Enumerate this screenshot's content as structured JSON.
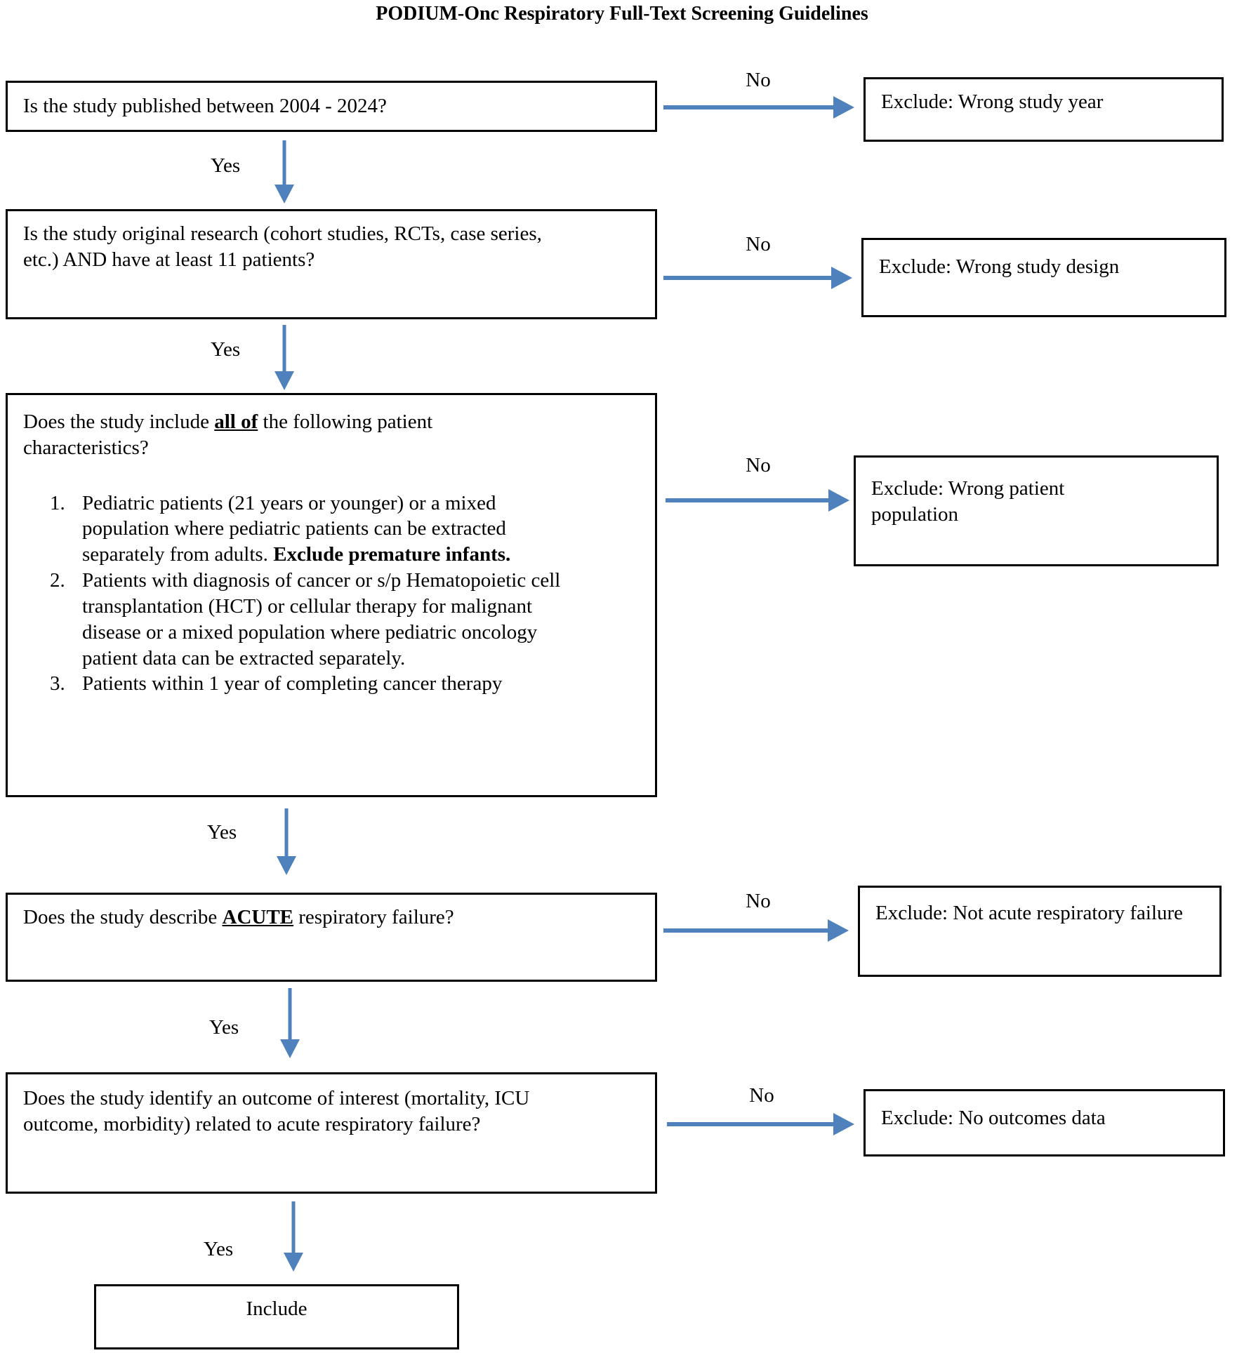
{
  "title": "PODIUM-Onc Respiratory Full-Text Screening Guidelines",
  "labels": {
    "yes": "Yes",
    "no": "No"
  },
  "colors": {
    "arrow": "#4f81bd",
    "border": "#000000",
    "background": "#ffffff"
  },
  "questions": {
    "q1": {
      "text": "Is the study published between 2004 - 2024?"
    },
    "q2": {
      "text": "Is the study original research (cohort studies, RCTs, case series, etc.) AND have at least 11 patients?"
    },
    "q3": {
      "pre": "Does the study include ",
      "emph": "all of",
      "post": " the following patient characteristics?",
      "items": [
        {
          "num": "1.",
          "pre": "Pediatric patients (21 years or younger) or a mixed population where pediatric patients can be extracted separately from adults. ",
          "bold": "Exclude premature infants."
        },
        {
          "num": "2.",
          "pre": "Patients with diagnosis of cancer or s/p Hematopoietic cell transplantation (HCT) or cellular therapy for malignant disease or a mixed population where pediatric oncology patient data can be extracted separately.",
          "bold": ""
        },
        {
          "num": "3.",
          "pre": "Patients within 1 year of completing cancer therapy",
          "bold": ""
        }
      ]
    },
    "q4": {
      "pre": "Does the study describe ",
      "emph": "ACUTE",
      "post": " respiratory failure?"
    },
    "q5": {
      "text": "Does the study identify an outcome of interest (mortality, ICU outcome, morbidity) related to acute respiratory failure?"
    }
  },
  "exclusions": {
    "e1": "Exclude: Wrong study year",
    "e2": "Exclude: Wrong study design",
    "e3": "Exclude: Wrong patient population",
    "e4": "Exclude: Not acute respiratory failure",
    "e5": "Exclude: No outcomes data"
  },
  "include_label": "Include"
}
